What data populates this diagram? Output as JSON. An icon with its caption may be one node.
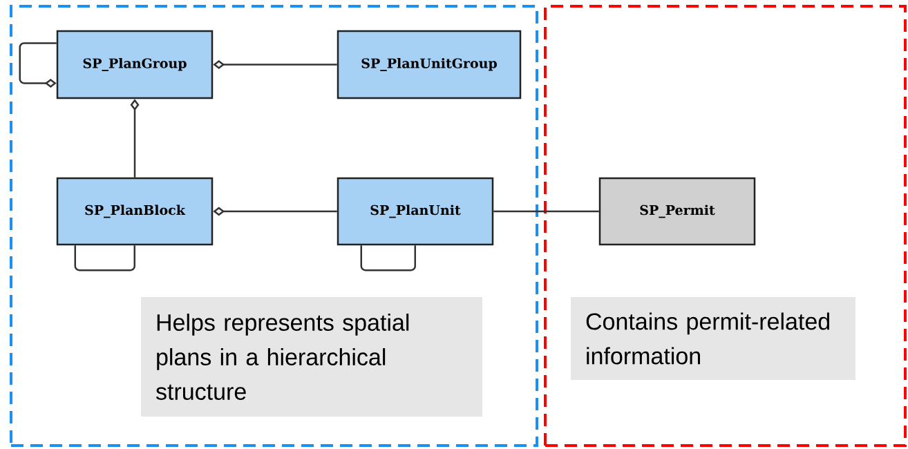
{
  "diagram": {
    "nodes": [
      {
        "text": [],
        "shape": "box"
      },
      {
        "text": [
          "SP_PlanGroup"
        ],
        "in": 0
      },
      {
        "text": [
          "SP_PlanUnitGroup"
        ],
        "in": 0
      },
      {
        "text": [
          "SP_PlanBlock"
        ],
        "in": 0
      },
      {
        "text": [
          "SP_PlanUnit"
        ],
        "in": 0
      },
      {
        "text": [
          "Helps represents spatial plans in a hierarchical structure"
        ],
        "in": 0
      },
      {
        "text": [],
        "shape": "box"
      },
      {
        "text": [
          "SP_Permit"
        ],
        "in": 6
      },
      {
        "text": [
          "Contains permit-related information"
        ],
        "in": 6
      }
    ],
    "edges": [
      {
        "from": 1,
        "to": 1,
        "arrow": "other"
      },
      {
        "from": 2,
        "to": 1,
        "arrow": "other"
      },
      {
        "from": 3,
        "to": 1,
        "arrow": "other"
      },
      {
        "from": 3,
        "to": 3,
        "arrow": "none"
      },
      {
        "from": 4,
        "to": 3,
        "arrow": "other"
      },
      {
        "from": 4,
        "to": 4,
        "arrow": "none"
      },
      {
        "from": 4,
        "to": 7,
        "arrow": "none"
      }
    ]
  }
}
